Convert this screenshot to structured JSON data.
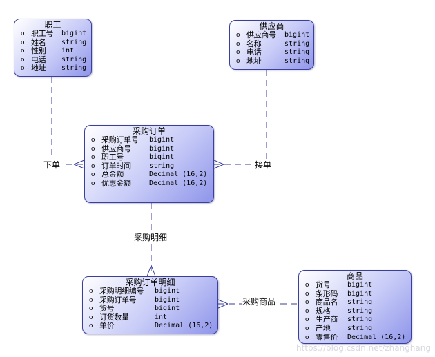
{
  "entities": {
    "staff": {
      "title": "职工",
      "attributes": [
        {
          "bullet": "o",
          "name": "职工号",
          "type": "bigint"
        },
        {
          "bullet": "o",
          "name": "姓名",
          "type": "string"
        },
        {
          "bullet": "o",
          "name": "性别",
          "type": "int"
        },
        {
          "bullet": "o",
          "name": "电话",
          "type": "string"
        },
        {
          "bullet": "o",
          "name": "地址",
          "type": "string"
        }
      ]
    },
    "supplier": {
      "title": "供应商",
      "attributes": [
        {
          "bullet": "o",
          "name": "供应商号",
          "type": "bigint"
        },
        {
          "bullet": "o",
          "name": "名称",
          "type": "string"
        },
        {
          "bullet": "o",
          "name": "电话",
          "type": "string"
        },
        {
          "bullet": "o",
          "name": "地址",
          "type": "string"
        }
      ]
    },
    "purchase_order": {
      "title": "采购订单",
      "attributes": [
        {
          "bullet": "o",
          "name": "采购订单号",
          "type": "bigint"
        },
        {
          "bullet": "o",
          "name": "供应商号",
          "type": "bigint"
        },
        {
          "bullet": "o",
          "name": "职工号",
          "type": "bigint"
        },
        {
          "bullet": "o",
          "name": "订单时间",
          "type": "string"
        },
        {
          "bullet": "o",
          "name": "总金额",
          "type": "Decimal (16,2)"
        },
        {
          "bullet": "o",
          "name": "优惠金额",
          "type": "Decimal (16,2)"
        }
      ]
    },
    "order_detail": {
      "title": "采购订单明细",
      "attributes": [
        {
          "bullet": "o",
          "name": "采购明细编号",
          "type": "bigint"
        },
        {
          "bullet": "o",
          "name": "采购订单号",
          "type": "bigint"
        },
        {
          "bullet": "o",
          "name": "货号",
          "type": "bigint"
        },
        {
          "bullet": "o",
          "name": "订货数量",
          "type": "int"
        },
        {
          "bullet": "o",
          "name": "单价",
          "type": "Decimal (16,2)"
        }
      ]
    },
    "product": {
      "title": "商品",
      "attributes": [
        {
          "bullet": "o",
          "name": "货号",
          "type": "bigint"
        },
        {
          "bullet": "o",
          "name": "条形码",
          "type": "bigint"
        },
        {
          "bullet": "o",
          "name": "商品名",
          "type": "string"
        },
        {
          "bullet": "o",
          "name": "规格",
          "type": "string"
        },
        {
          "bullet": "o",
          "name": "生产商",
          "type": "string"
        },
        {
          "bullet": "o",
          "name": "产地",
          "type": "string"
        },
        {
          "bullet": "o",
          "name": "零售价",
          "type": "Decimal (16,2)"
        }
      ]
    }
  },
  "relationships": {
    "place_order": "下单",
    "accept_order": "接单",
    "purchase_detail": "采购明细",
    "purchase_product": "采购商品"
  },
  "watermark": "https://blog.csdn.net/zhanghang"
}
